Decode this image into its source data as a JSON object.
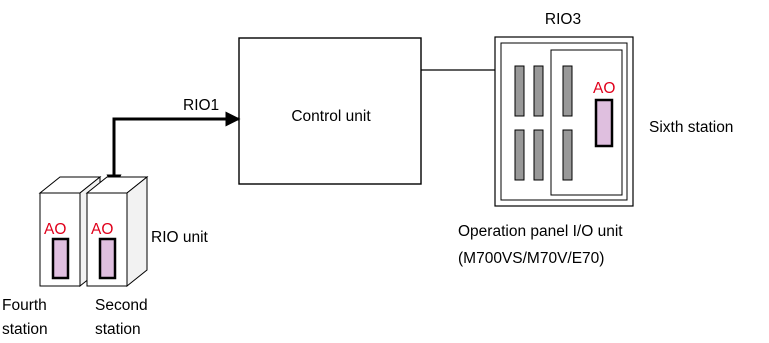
{
  "colors": {
    "line": "#000000",
    "ao_text": "#e0001b",
    "slot_fill": "#999999",
    "connector_fill": "#dfbfdf",
    "module_side": "#f2f2f2"
  },
  "labels": {
    "control_unit": "Control unit",
    "rio1": "RIO1",
    "rio3": "RIO3",
    "rio_unit": "RIO unit",
    "sixth_station": "Sixth station",
    "op_panel_line1": "Operation panel I/O unit",
    "op_panel_line2": "(M700VS/M70V/E70)",
    "fourth_station_line1": "Fourth",
    "fourth_station_line2": "station",
    "second_station_line1": "Second",
    "second_station_line2": "station",
    "ao_panel": "AO",
    "ao_fourth": "AO",
    "ao_second": "AO"
  }
}
